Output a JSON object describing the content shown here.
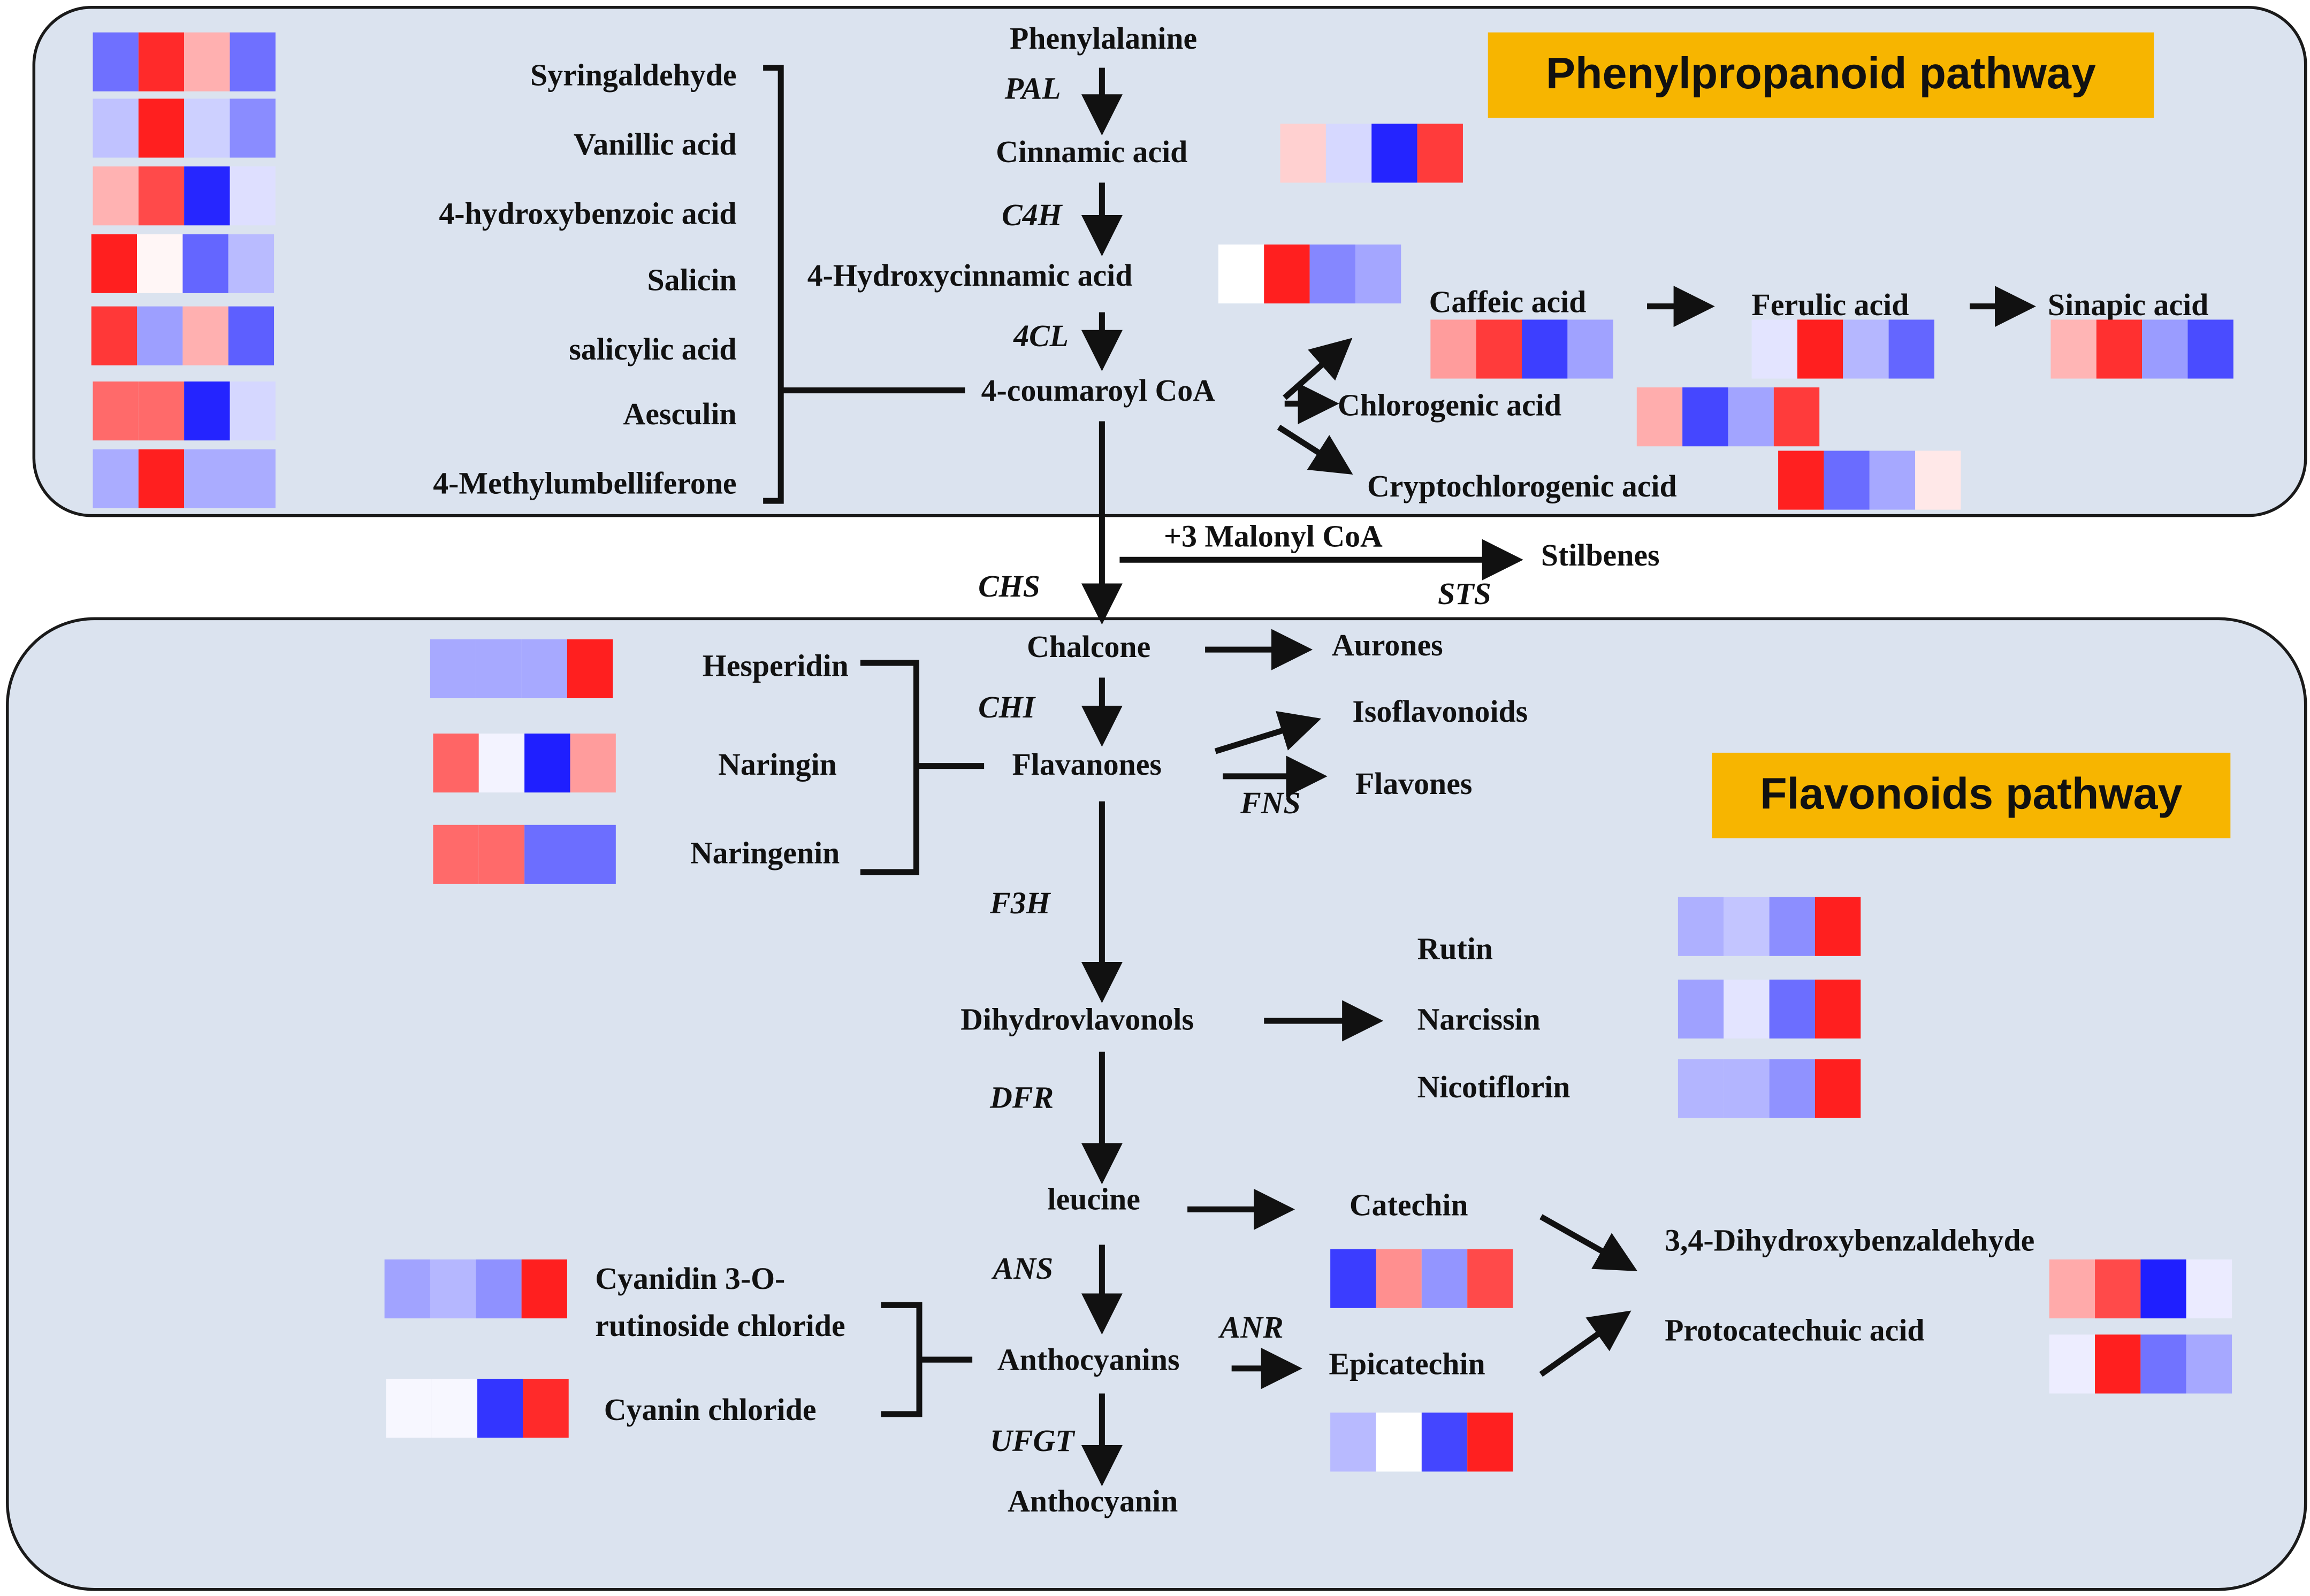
{
  "titles": {
    "phenylpropanoid": "Phenylpropanoid pathway",
    "flavonoids": "Flavonoids pathway"
  },
  "colors": {
    "panel_bg": "#dbe3ef",
    "title_bg": "#f7b500",
    "heatmap_low": "#1f1fff",
    "heatmap_high": "#ff1f1f",
    "heatmap_mid": "#ffffff"
  },
  "heatmap_scale": "blue = low, white = mid, red = high (relative abundance, 4 samples)",
  "compounds": {
    "phenylalanine": "Phenylalanine",
    "cinnamic": "Cinnamic  acid",
    "hydroxycinnamic": "4-Hydroxycinnamic  acid",
    "coumaroyl": "4-coumaroyl  CoA",
    "caffeic": "Caffeic acid",
    "ferulic": "Ferulic acid",
    "sinapic": "Sinapic acid",
    "chlorogenic": "Chlorogenic  acid",
    "cryptochlorogenic": "Cryptochlorogenic  acid",
    "syringaldehyde": "Syringaldehyde",
    "vanillic": "Vanillic  acid",
    "hydroxybenzoic": "4-hydroxybenzoic  acid",
    "salicin": "Salicin",
    "salicylic": "salicylic acid",
    "aesculin": "Aesculin",
    "methylumbelliferone": "4-Methylumbelliferone",
    "malonyl": "+3 Malonyl CoA",
    "stilbenes": "Stilbenes",
    "chalcone": "Chalcone",
    "aurones": "Aurones",
    "isoflavonoids": "Isoflavonoids",
    "flavanones": "Flavanones",
    "flavones": "Flavones",
    "hesperidin": "Hesperidin",
    "naringin": "Naringin",
    "naringenin": "Naringenin",
    "dihydroflavonols": "Dihydrovlavonols",
    "rutin": "Rutin",
    "narcissin": "Narcissin",
    "nicotiflorin": "Nicotiflorin",
    "leucine": "leucine",
    "catechin": "Catechin",
    "epicatechin": "Epicatechin",
    "dihydroxybenzaldehyde": "3,4-Dihydroxybenzaldehyde",
    "protocatechuic": "Protocatechuic  acid",
    "cyanidin_line1": "Cyanidin  3-O-",
    "cyanidin_line2": "rutinoside  chloride",
    "cyanin": "Cyanin  chloride",
    "anthocyanins": "Anthocyanins",
    "anthocyanin": "Anthocyanin"
  },
  "enzymes": {
    "pal": "PAL",
    "c4h": "C4H",
    "4cl": "4CL",
    "chs": "CHS",
    "sts": "STS",
    "chi": "CHI",
    "fns": "FNS",
    "f3h": "F3H",
    "dfr": "DFR",
    "ans": "ANS",
    "anr": "ANR",
    "ufgt": "UFGT"
  },
  "heatmaps": {
    "syringaldehyde": [
      "#6f70ff",
      "#ff2a2a",
      "#ffb0b0",
      "#6f70ff"
    ],
    "vanillic": [
      "#c0c2ff",
      "#ff1f1f",
      "#cdd0ff",
      "#8a8cff"
    ],
    "hydroxybenzoic": [
      "#ffb2b2",
      "#ff4a4a",
      "#2626ff",
      "#dedfff"
    ],
    "salicin": [
      "#ff1f1f",
      "#fff6f6",
      "#6466ff",
      "#b9bbff"
    ],
    "salicylic": [
      "#ff3838",
      "#9d9fff",
      "#ffb0b0",
      "#5d5fff"
    ],
    "aesculin": [
      "#ff6a6a",
      "#ff6a6a",
      "#2424ff",
      "#d5d7ff"
    ],
    "methylumbelliferone": [
      "#aaacff",
      "#ff1f1f",
      "#aaacff",
      "#aaacff"
    ],
    "cinnamic": [
      "#ffd0d0",
      "#d6d8ff",
      "#2424ff",
      "#ff3b3b"
    ],
    "hydroxycinnamic": [
      "#ffffff",
      "#ff1f1f",
      "#8587ff",
      "#a4a6ff"
    ],
    "caffeic": [
      "#ff9c9c",
      "#ff3b3b",
      "#3d3fff",
      "#a0a2ff"
    ],
    "ferulic": [
      "#e3e4ff",
      "#ff1f1f",
      "#b5b7ff",
      "#6466ff"
    ],
    "sinapic": [
      "#ffb5b5",
      "#ff3030",
      "#9a9cff",
      "#4a4cff"
    ],
    "chlorogenic": [
      "#ffadad",
      "#4547ff",
      "#a2a4ff",
      "#ff3b3b"
    ],
    "cryptochlorogenic": [
      "#ff2020",
      "#6a6cff",
      "#a6a8ff",
      "#ffe8e8"
    ],
    "hesperidin": [
      "#a7a9ff",
      "#a7a9ff",
      "#a7a9ff",
      "#ff1f1f"
    ],
    "naringin": [
      "#ff6565",
      "#f3f3ff",
      "#1f1fff",
      "#ff9c9c"
    ],
    "naringenin": [
      "#ff6a6a",
      "#ff6a6a",
      "#6c6eff",
      "#6c6eff"
    ],
    "rutin": [
      "#aeb0ff",
      "#c3c5ff",
      "#8c8eff",
      "#ff1f1f"
    ],
    "narcissin": [
      "#9fa1ff",
      "#e3e4ff",
      "#6c6eff",
      "#ff1f1f"
    ],
    "nicotiflorin": [
      "#b3b5ff",
      "#b3b5ff",
      "#9092ff",
      "#ff1f1f"
    ],
    "catechin": [
      "#3b3dff",
      "#ff8f8f",
      "#9395ff",
      "#ff4a4a"
    ],
    "epicatechin": [
      "#b8baff",
      "#ffffff",
      "#4446ff",
      "#ff2020"
    ],
    "dihydroxybenzaldehyde": [
      "#ffaaaa",
      "#ff4a4a",
      "#1f1fff",
      "#ebebff"
    ],
    "protocatechuic": [
      "#ededff",
      "#ff1f1f",
      "#7173ff",
      "#a6a8ff"
    ],
    "cyanidin": [
      "#a1a3ff",
      "#b5b7ff",
      "#8f91ff",
      "#ff1f1f"
    ],
    "cyanin": [
      "#f7f7ff",
      "#f7f7ff",
      "#3335ff",
      "#ff2a2a"
    ]
  }
}
